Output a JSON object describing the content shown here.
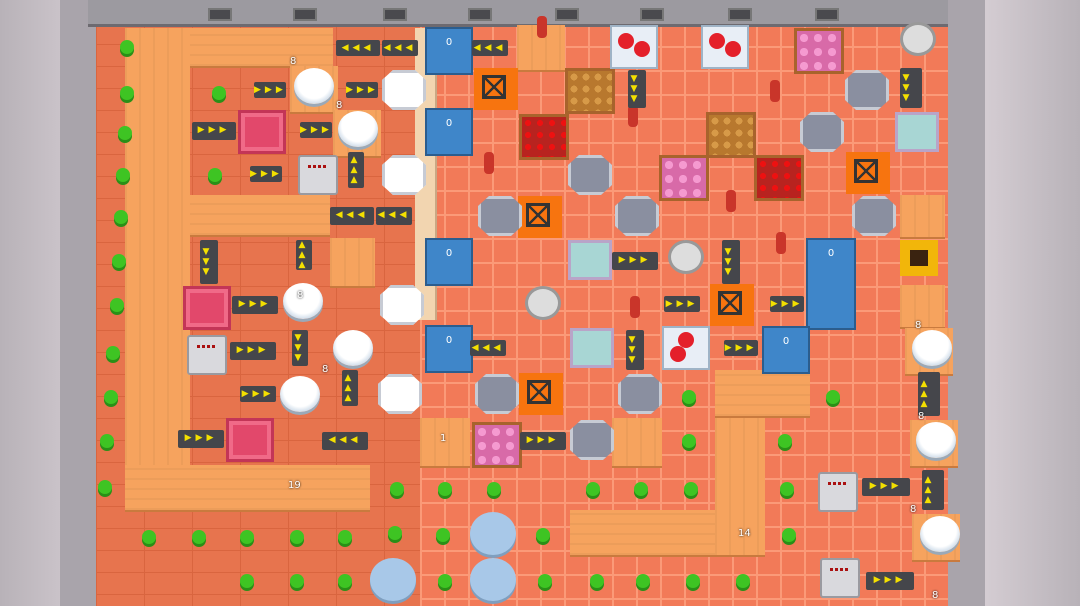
{
  "game": {
    "counters": {
      "left_counter_label": "19",
      "right_counter_label": "14",
      "small_counter_label": "1"
    },
    "plate_stacks": [
      "8",
      "8",
      "8",
      "8",
      "8",
      "8",
      "8",
      "8"
    ],
    "bins": [
      "0",
      "0",
      "0",
      "0",
      "0",
      "0"
    ],
    "arrows": {
      "right": "▶▶▶",
      "left": "◀◀◀",
      "up": "▲▲▲",
      "down": "▼▼▼"
    }
  },
  "colors": {
    "floor": "#e7744e",
    "tiles": "#f27a58",
    "counter": "#f6a35e",
    "conveyor": "#45464b",
    "bin": "#3f86c9",
    "chair": "#3ec423"
  }
}
